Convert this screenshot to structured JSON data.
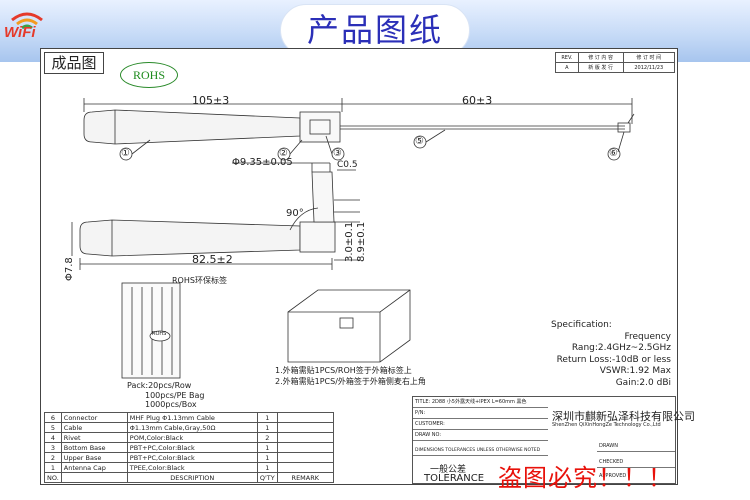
{
  "banner": {
    "title": "产品图纸",
    "logo_text": "WiFi"
  },
  "sheet": {
    "title": "成品图",
    "rohs_badge": "ROHS"
  },
  "revision": {
    "headers": [
      "REV.",
      "修 订 内 容",
      "修 订 时 间"
    ],
    "row": [
      "A",
      "新 版 发 行",
      "2012/11/23"
    ]
  },
  "dimensions": {
    "length_main": "105±3",
    "length_cable": "60±3",
    "diameter_collar": "Φ9.35±0.05",
    "chamfer": "C0.5",
    "angle": "90°",
    "length_bent": "82.5±2",
    "diameter_cap": "Φ7.8",
    "height_small": "3.0±0.1",
    "height_large": "8.9±0.1"
  },
  "callouts": [
    "①",
    "②",
    "③",
    "⑤",
    "⑥"
  ],
  "packaging": {
    "label": "ROHS环保标签",
    "lines": [
      "Pack:20pcs/Row",
      "100pcs/PE Bag",
      "1000pcs/Box"
    ],
    "sticker": "ROHS"
  },
  "notes": [
    "1.外箱需贴1PCS/ROH签于外箱标签上",
    "2.外箱需贴1PCS/外箱签于外箱侧麦右上角"
  ],
  "spec": {
    "heading": "Specification:",
    "lines": [
      "Frequency Rang:2.4GHz~2.5GHz",
      "Return Loss:-10dB or less",
      "VSWR:1.92 Max",
      "Gain:2.0 dBi"
    ]
  },
  "bom": {
    "rows": [
      [
        "6",
        "Connector",
        "MHF Plug Φ1.13mm Cable",
        "1",
        ""
      ],
      [
        "5",
        "Cable",
        "Φ1.13mm Cable,Gray,50Ω",
        "1",
        ""
      ],
      [
        "4",
        "Rivet",
        "POM,Color:Black",
        "2",
        ""
      ],
      [
        "3",
        "Bottom Base",
        "PBT+PC,Color:Black",
        "1",
        ""
      ],
      [
        "2",
        "Upper Base",
        "PBT+PC,Color:Black",
        "1",
        ""
      ],
      [
        "1",
        "Antenna Cap",
        "TPEE,Color:Black",
        "1",
        ""
      ]
    ],
    "header": [
      "NO.",
      "",
      "DESCRIPTION",
      "Q'TY",
      "REMARK"
    ]
  },
  "title_block": {
    "title_label": "TITLE:",
    "title_value": "2D88 小5外露天线+IPEX L=60mm 黑色",
    "part_no": "P/N:",
    "customer": "CUSTOMER:",
    "draw_no": "DRAW NO:",
    "tolerance_note": "DIMENSIONS TOLERANCES UNLESS OTHERWISE NOTED",
    "tol_cn": "一般公差",
    "tol_en": "TOLERANCE",
    "company_cn": "深圳市麒新弘泽科技有限公司",
    "company_en": "ShenZhen QiXinHongZe Technology Co.,Ltd",
    "drawn": "DRAWN",
    "checked": "CHECKED",
    "approved": "APPROVED"
  },
  "watermark": "盗图必究！！！",
  "colors": {
    "banner_title": "#2b2fb8",
    "watermark": "#e8110a",
    "rohs_green": "#1c8a1c"
  }
}
